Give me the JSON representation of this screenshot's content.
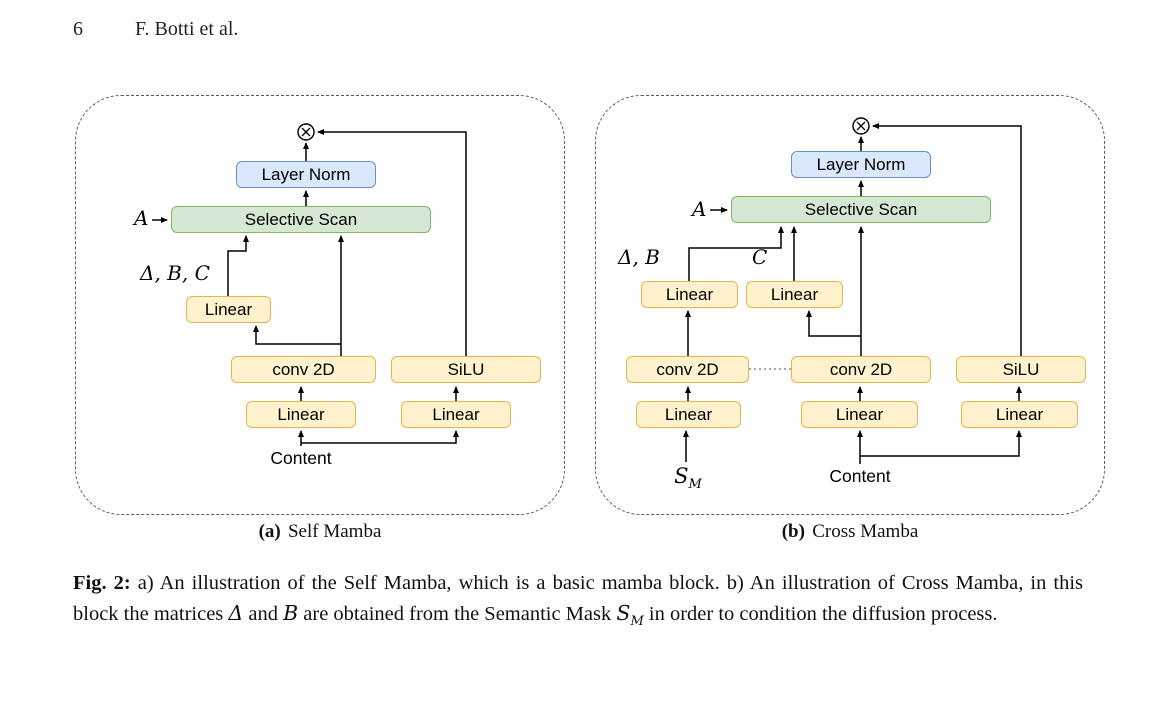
{
  "page_header": {
    "page_number": "6",
    "running_head": "F. Botti et al."
  },
  "colors": {
    "yellow_fill": "#fff2cc",
    "yellow_border": "#e4b54e",
    "blue_fill": "#dae8fc",
    "blue_border": "#6c8ebf",
    "green_fill": "#d5e8d4",
    "green_border": "#82b366",
    "arrow": "#000000",
    "panel_border": "#595959"
  },
  "panel_a": {
    "boxes": {
      "layer_norm": "Layer Norm",
      "selective_scan": "Selective Scan",
      "linear_params": "Linear",
      "conv2d": "conv 2D",
      "silu": "SiLU",
      "linear_conv": "Linear",
      "linear_gate": "Linear"
    },
    "labels": {
      "a_matrix": "A",
      "params": "Δ, B, C",
      "content": "Content"
    },
    "caption": {
      "label": "(a)",
      "title": "Self Mamba"
    }
  },
  "panel_b": {
    "boxes": {
      "layer_norm": "Layer Norm",
      "selective_scan": "Selective Scan",
      "linear_db": "Linear",
      "linear_c": "Linear",
      "conv2d_mask": "conv 2D",
      "conv2d_content": "conv 2D",
      "silu": "SiLU",
      "linear_mask": "Linear",
      "linear_content": "Linear",
      "linear_gate": "Linear"
    },
    "labels": {
      "a_matrix": "A",
      "delta_b": "Δ, B",
      "c_matrix": "C",
      "mask_symbol": "S",
      "mask_subscript": "M",
      "content": "Content"
    },
    "caption": {
      "label": "(b)",
      "title": "Cross Mamba"
    }
  },
  "figure_caption": {
    "label": "Fig. 2:",
    "part1": " a) An illustration of the Self Mamba, which is a basic mamba block. b) An illustration of Cross Mamba, in this block the matrices ",
    "delta": "Δ",
    "part2": " and ",
    "b_matrix": "B",
    "part3": " are obtained from the Semantic Mask ",
    "mask_symbol": "S",
    "mask_subscript": "M",
    "part4": " in order to condition the diffusion process."
  }
}
